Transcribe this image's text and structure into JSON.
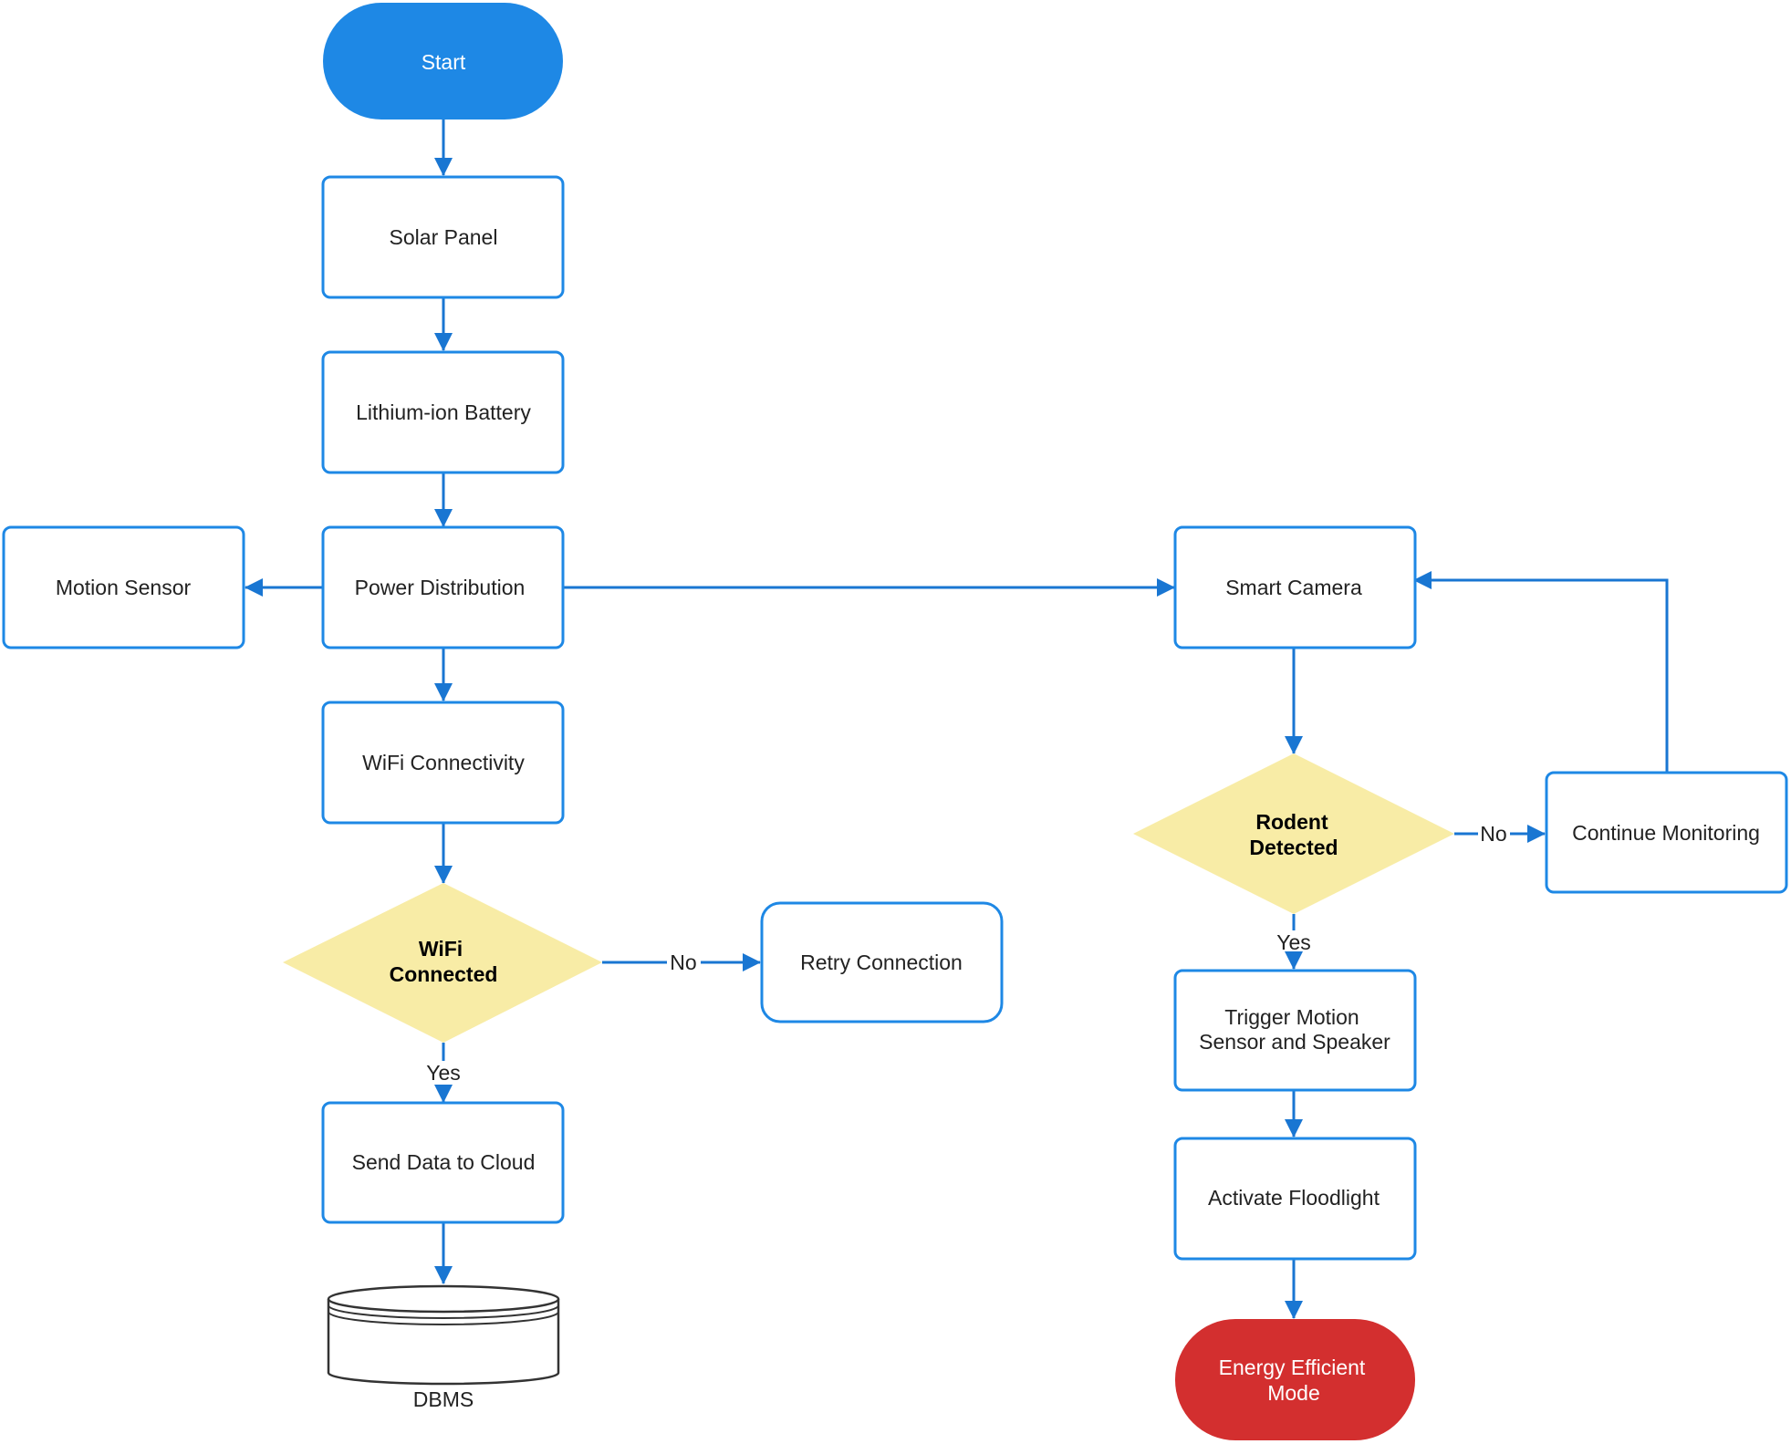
{
  "colors": {
    "line": "#1976d2",
    "box_border": "#1e88e5",
    "start_fill": "#1e88e5",
    "decision_fill": "#f8eca6",
    "end_fill": "#d32f2f"
  },
  "nodes": {
    "start": "Start",
    "solar_panel": "Solar Panel",
    "battery": "Lithium-ion Battery",
    "power_distribution": "Power Distribution",
    "motion_sensor": "Motion Sensor",
    "wifi_connectivity": "WiFi Connectivity",
    "wifi_connected": [
      "WiFi",
      "Connected"
    ],
    "retry_connection": "Retry Connection",
    "send_data": "Send Data to Cloud",
    "dbms": "DBMS",
    "smart_camera": "Smart Camera",
    "rodent_detected": [
      "Rodent",
      "Detected"
    ],
    "continue_monitoring": "Continue Monitoring",
    "trigger": [
      "Trigger Motion",
      "Sensor and Speaker"
    ],
    "floodlight": "Activate Floodlight",
    "energy_mode": [
      "Energy Efficient",
      "Mode"
    ]
  },
  "edge_labels": {
    "wifi_no": "No",
    "wifi_yes": "Yes",
    "rodent_no": "No",
    "rodent_yes": "Yes"
  }
}
